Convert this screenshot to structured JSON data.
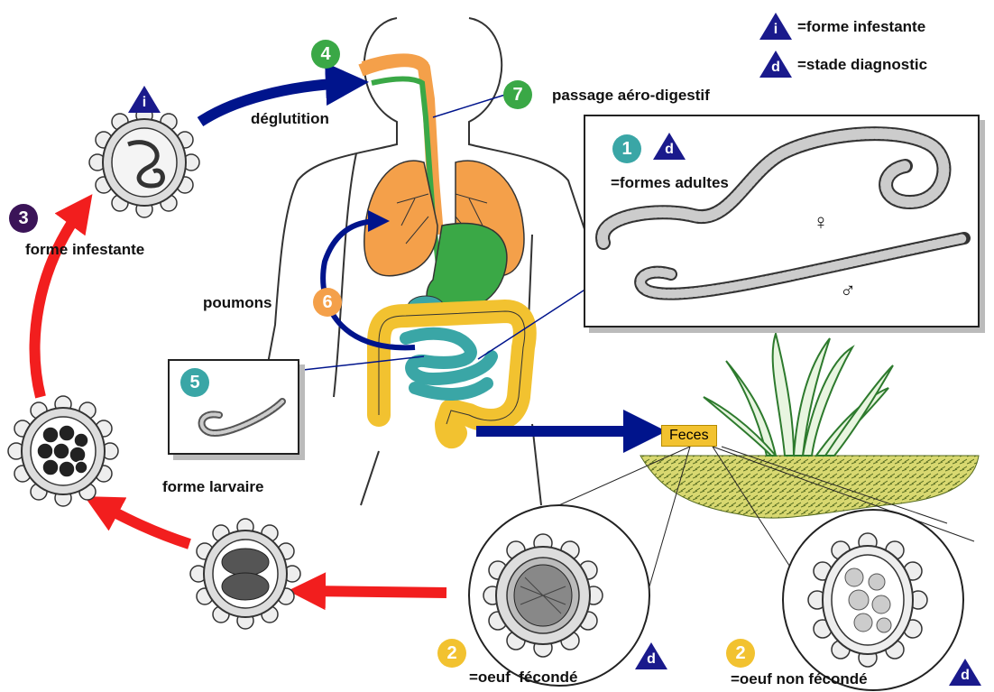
{
  "legend": {
    "infestante_symbol": "i",
    "infestante_label": "=forme infestante",
    "diagnostic_symbol": "d",
    "diagnostic_label": "=stade diagnostic"
  },
  "steps": {
    "s1": {
      "number": "1",
      "label": "=formes adultes",
      "color": "#3aa6a6"
    },
    "s2a": {
      "number": "2",
      "label": "=oeuf  fécondé",
      "color": "#f2c230"
    },
    "s2b": {
      "number": "2",
      "label": "=oeuf non fécondé",
      "color": "#f2c230"
    },
    "s3": {
      "number": "3",
      "label": "forme infestante",
      "color": "#3b1458"
    },
    "s4": {
      "number": "4",
      "label": "déglutition",
      "color": "#3aa846"
    },
    "s5": {
      "number": "5",
      "label": "forme larvaire",
      "color": "#3aa6a6"
    },
    "s6": {
      "number": "6",
      "label": "poumons",
      "color": "#f4a04a"
    },
    "s7": {
      "number": "7",
      "label": "passage aéro-digestif",
      "color": "#3aa846"
    }
  },
  "feces_label": "Feces",
  "sex_symbols": {
    "female": "♀",
    "male": "♂"
  },
  "colors": {
    "arrow_blue": "#00148c",
    "arrow_red": "#f21e1e",
    "organ_orange": "#f4a04a",
    "organ_green": "#3aa846",
    "intestine_yellow": "#f2c230",
    "intestine_teal": "#3aa6a6",
    "triangle_blue": "#1a1a8c"
  }
}
